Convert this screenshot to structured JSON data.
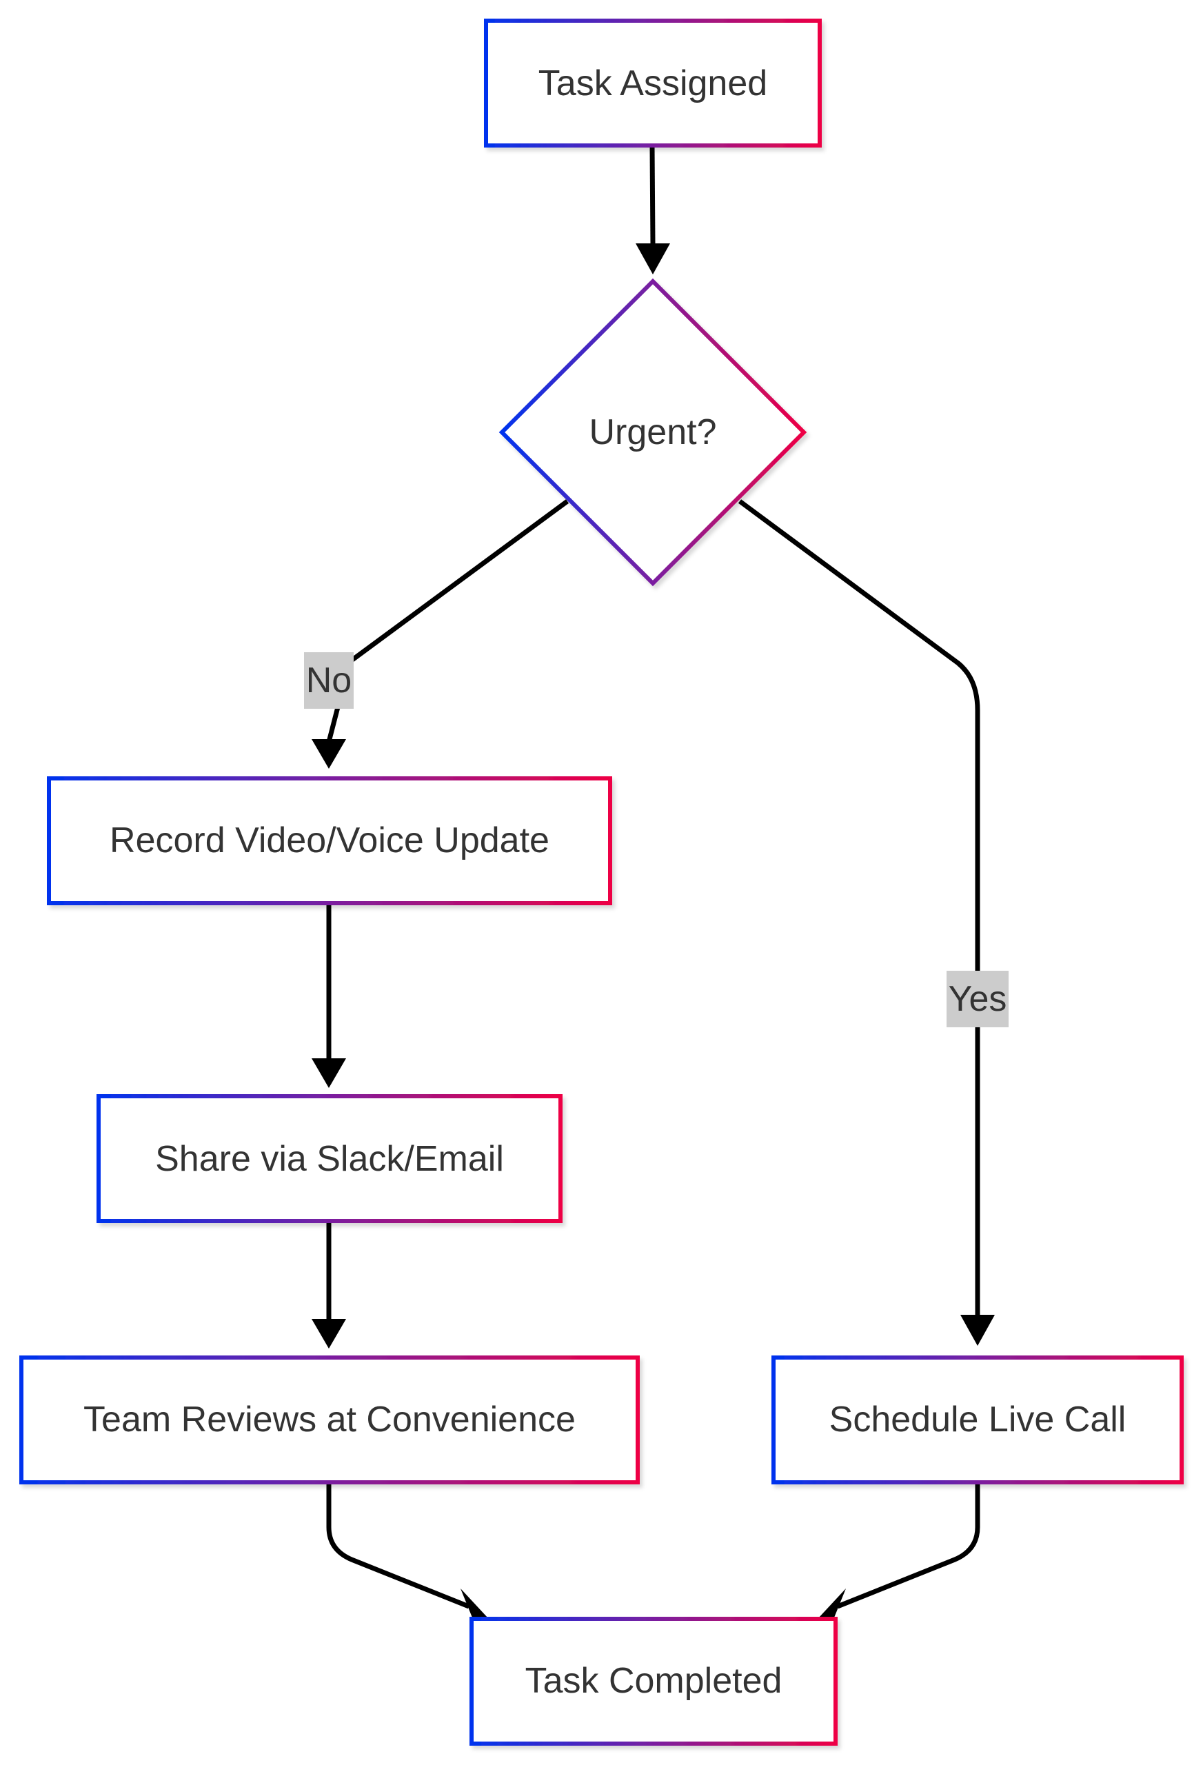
{
  "colors": {
    "border_gradient_start": "#0033ee",
    "border_gradient_mid": "#7a1fa0",
    "border_gradient_end": "#ee0044",
    "edge": "#000000",
    "text": "#333333",
    "edge_label_bg": "#cccccc"
  },
  "nodes": {
    "task_assigned": "Task Assigned",
    "urgent": "Urgent?",
    "record_update": "Record Video/Voice Update",
    "share": "Share via Slack/Email",
    "team_reviews": "Team Reviews at Convenience",
    "schedule_call": "Schedule Live Call",
    "task_completed": "Task Completed"
  },
  "edges": {
    "no_label": "No",
    "yes_label": "Yes"
  }
}
